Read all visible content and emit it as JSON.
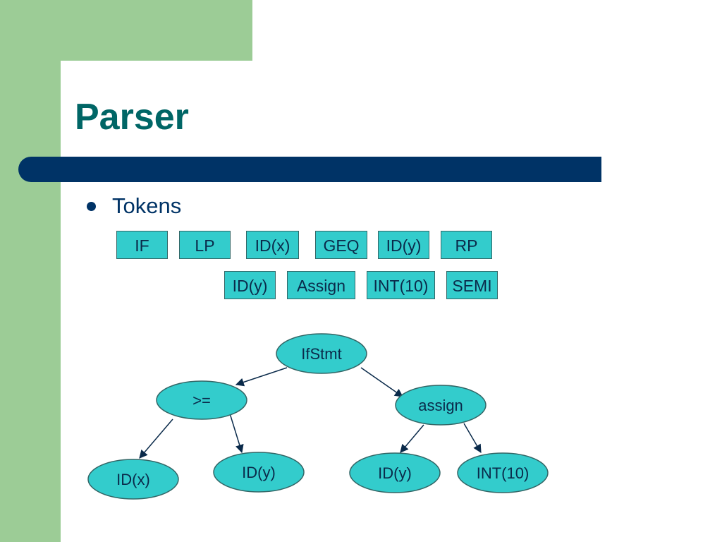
{
  "slide": {
    "title": "Parser",
    "bullet": "Tokens"
  },
  "tokens": {
    "row1": [
      "IF",
      "LP",
      "ID(x)",
      "GEQ",
      "ID(y)",
      "RP"
    ],
    "row2": [
      "ID(y)",
      "Assign",
      "INT(10)",
      "SEMI"
    ]
  },
  "tree": {
    "nodes": {
      "root": "IfStmt",
      "geq": ">=",
      "assign": "assign",
      "idx": "ID(x)",
      "idy_left": "ID(y)",
      "idy_right": "ID(y)",
      "int10": "INT(10)"
    }
  },
  "colors": {
    "accent_green": "#9ccc96",
    "title_teal": "#006666",
    "bar_navy": "#003366",
    "node_fill": "#33cccc"
  }
}
